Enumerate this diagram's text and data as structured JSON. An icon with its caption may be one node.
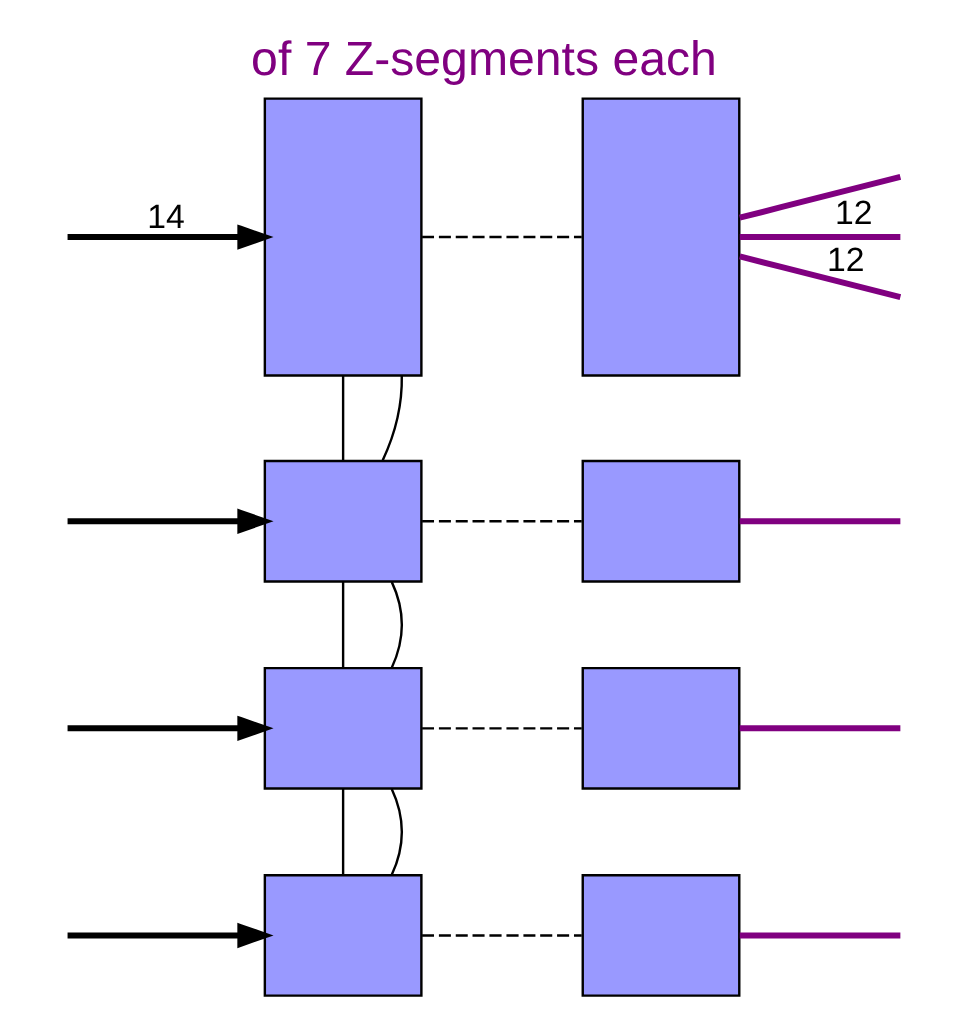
{
  "diagram": {
    "title": "of 7 Z-segments each",
    "nodes": [
      {
        "text": [],
        "shape": "box"
      },
      {
        "text": [],
        "shape": "box"
      },
      {
        "text": [],
        "shape": "box"
      },
      {
        "text": [],
        "shape": "box"
      },
      {
        "text": [],
        "shape": "box"
      },
      {
        "text": [],
        "shape": "box"
      },
      {
        "text": [],
        "shape": "box"
      },
      {
        "text": [],
        "shape": "box"
      }
    ],
    "edges": [
      {
        "from": null,
        "to": 0,
        "arrow": "to",
        "label": "14",
        "style": "thick"
      },
      {
        "from": 0,
        "to": 1,
        "arrow": "none",
        "style": "dashed"
      },
      {
        "from": 1,
        "to": null,
        "arrow": "none",
        "label": "12",
        "style": "thick",
        "color": "#800080"
      },
      {
        "from": 1,
        "to": null,
        "arrow": "none",
        "label": "12",
        "style": "thick",
        "color": "#800080"
      },
      {
        "from": 1,
        "to": null,
        "arrow": "none",
        "style": "thick",
        "color": "#800080"
      },
      {
        "from": 0,
        "to": 2,
        "arrow": "none"
      },
      {
        "from": 0,
        "to": 2,
        "arrow": "none"
      },
      {
        "from": null,
        "to": 2,
        "arrow": "to",
        "style": "thick"
      },
      {
        "from": 2,
        "to": 3,
        "arrow": "none",
        "style": "dashed"
      },
      {
        "from": 3,
        "to": null,
        "arrow": "none",
        "style": "thick",
        "color": "#800080"
      },
      {
        "from": 2,
        "to": 4,
        "arrow": "none"
      },
      {
        "from": 2,
        "to": 4,
        "arrow": "none"
      },
      {
        "from": null,
        "to": 4,
        "arrow": "to",
        "style": "thick"
      },
      {
        "from": 4,
        "to": 5,
        "arrow": "none",
        "style": "dashed"
      },
      {
        "from": 5,
        "to": null,
        "arrow": "none",
        "style": "thick",
        "color": "#800080"
      },
      {
        "from": 4,
        "to": 6,
        "arrow": "none"
      },
      {
        "from": 4,
        "to": 6,
        "arrow": "none"
      },
      {
        "from": null,
        "to": 6,
        "arrow": "to",
        "style": "thick"
      },
      {
        "from": 6,
        "to": 7,
        "arrow": "none",
        "style": "dashed"
      },
      {
        "from": 7,
        "to": null,
        "arrow": "none",
        "style": "thick",
        "color": "#800080"
      }
    ]
  }
}
